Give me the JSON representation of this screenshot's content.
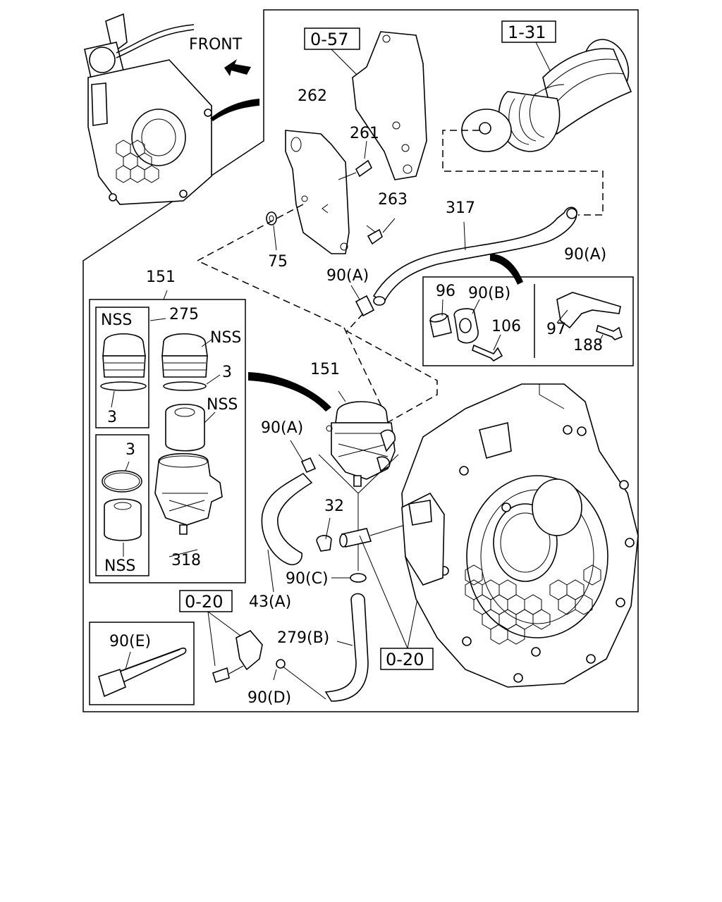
{
  "diagram": {
    "orientation_label": "FRONT",
    "reference_boxes": {
      "ref_0_57": "0-57",
      "ref_1_31": "1-31",
      "ref_0_20_left": "0-20",
      "ref_0_20_right": "0-20"
    },
    "callouts": {
      "c262": "262",
      "c261": "261",
      "c263": "263",
      "c75": "75",
      "c317": "317",
      "c90a_top_right": "90(A)",
      "c90a_mid": "90(A)",
      "c151_kit": "151",
      "c275": "275",
      "c_nss_1": "NSS",
      "c_nss_2": "NSS",
      "c_nss_3": "NSS",
      "c_nss_4": "NSS",
      "c3_left": "3",
      "c3_right": "3",
      "c3_lower": "3",
      "c318": "318",
      "c151_main": "151",
      "c90a_lower": "90(A)",
      "c32": "32",
      "c90c": "90(C)",
      "c43a": "43(A)",
      "c279b": "279(B)",
      "c90d": "90(D)",
      "c90e": "90(E)",
      "c96": "96",
      "c90b": "90(B)",
      "c106": "106",
      "c97": "97",
      "c188": "188"
    }
  }
}
